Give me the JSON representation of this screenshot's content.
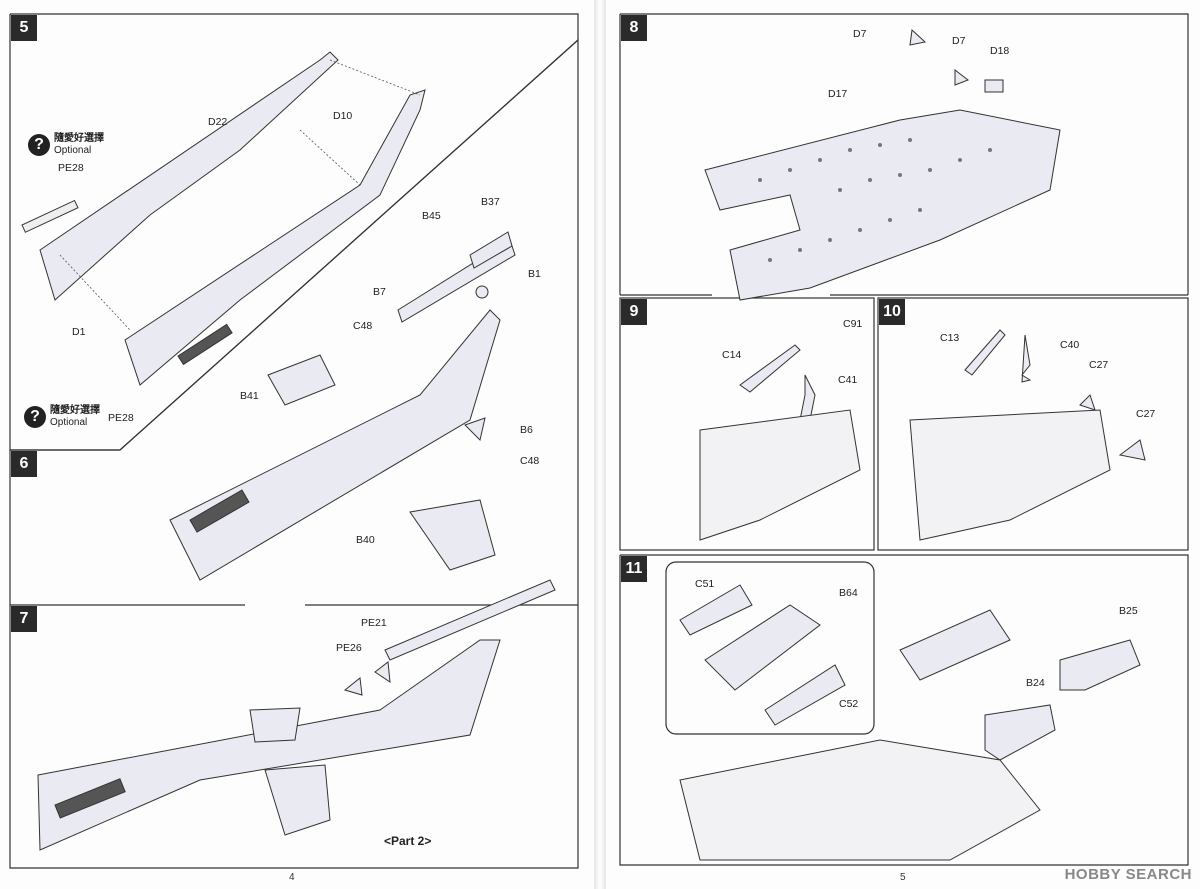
{
  "left_page": {
    "page_number": "4",
    "steps": {
      "s5": "5",
      "s6": "6",
      "s7": "7"
    },
    "optional_cn": "隨愛好選擇",
    "optional_en": "Optional",
    "optional2_cn": "隨愛好選擇",
    "optional2_en": "Optional",
    "part_label": "<Part 2>",
    "labels": {
      "D22": "D22",
      "D10": "D10",
      "PE28a": "PE28",
      "D1": "D1",
      "PE28b": "PE28",
      "B45": "B45",
      "B37": "B37",
      "B1": "B1",
      "B7": "B7",
      "C48a": "C48",
      "B41": "B41",
      "B6": "B6",
      "C48b": "C48",
      "B40": "B40",
      "PE21": "PE21",
      "PE26": "PE26"
    }
  },
  "right_page": {
    "page_number": "5",
    "steps": {
      "s8": "8",
      "s9": "9",
      "s10": "10",
      "s11": "11"
    },
    "labels": {
      "D7a": "D7",
      "D7b": "D7",
      "D18": "D18",
      "D17": "D17",
      "C91": "C91",
      "C14": "C14",
      "C41": "C41",
      "C13": "C13",
      "C40": "C40",
      "C27a": "C27",
      "C27b": "C27",
      "C51": "C51",
      "B64": "B64",
      "C52": "C52",
      "B25": "B25",
      "B24": "B24"
    }
  },
  "watermark": "HOBBY SEARCH"
}
